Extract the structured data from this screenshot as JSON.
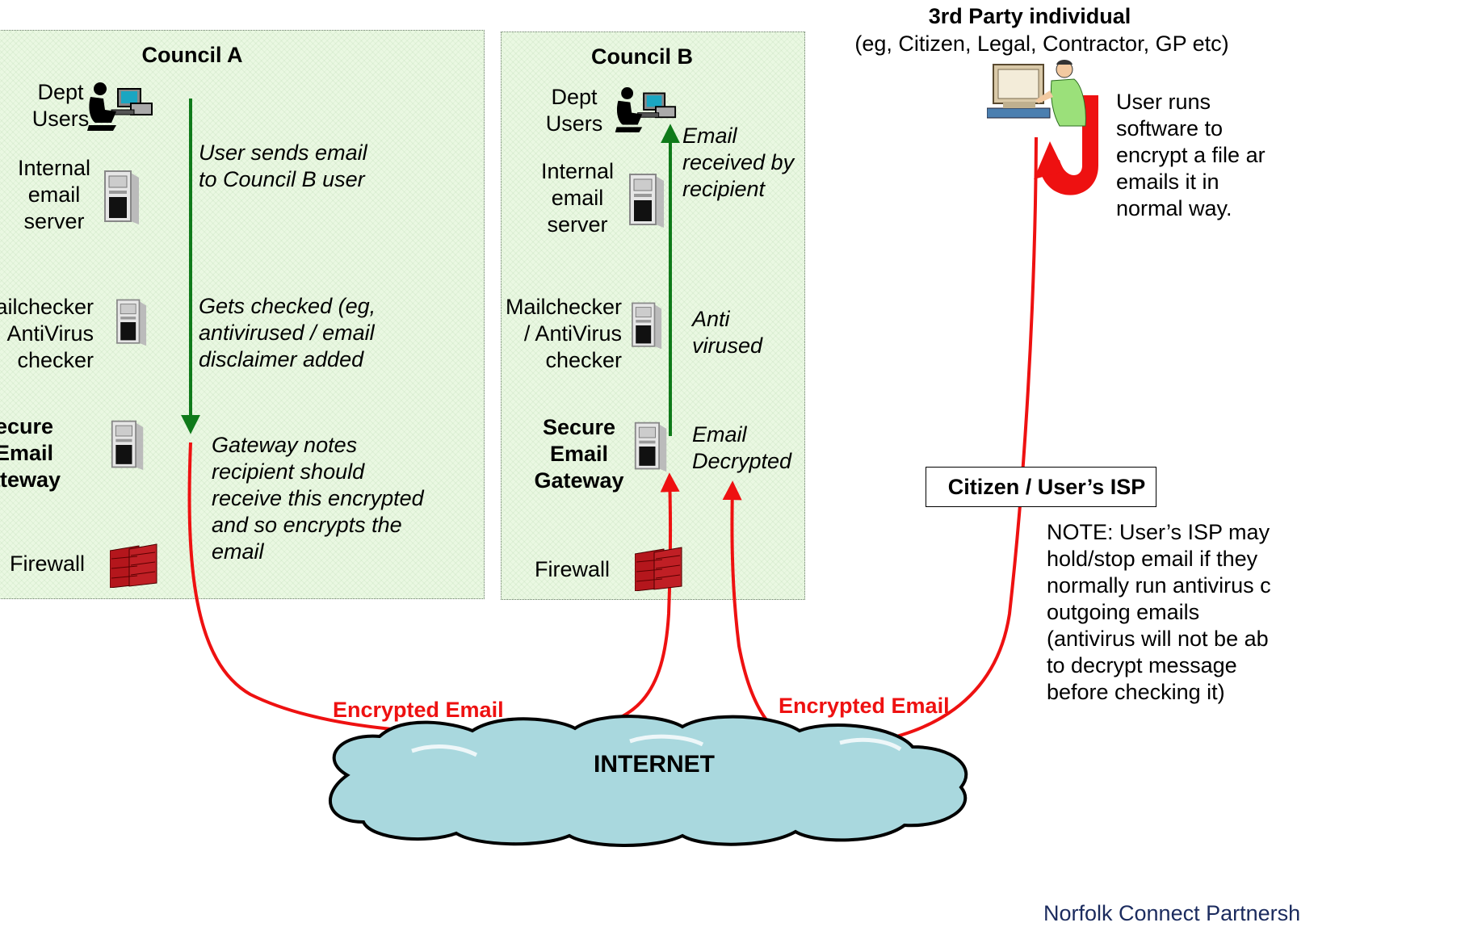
{
  "council_a": {
    "title": "Council A",
    "nodes": {
      "dept_users": "Dept\nUsers",
      "internal_email_server": "Internal\nemail\nserver",
      "mailchecker": "ailchecker\nAntiVirus\nchecker",
      "secure_gateway": "ecure\nEmail\nateway",
      "firewall": "Firewall"
    },
    "steps": {
      "send": "User sends email\nto Council B user",
      "check": "Gets checked (eg,\nantivirused / email\ndisclaimer added",
      "gateway": "Gateway notes\nrecipient should\nreceive this encrypted\nand so encrypts the\nemail"
    }
  },
  "council_b": {
    "title": "Council B",
    "nodes": {
      "dept_users": "Dept\nUsers",
      "internal_email_server": "Internal\nemail\nserver",
      "mailchecker": "Mailchecker\n/ AntiVirus\nchecker",
      "secure_gateway": "Secure\nEmail\nGateway",
      "firewall": "Firewall"
    },
    "steps": {
      "received": "Email\nreceived by\nrecipient",
      "antivirused": "Anti\nvirused",
      "decrypted": "Email\nDecrypted"
    }
  },
  "third_party": {
    "title": "3rd Party individual",
    "subtitle": "(eg, Citizen, Legal, Contractor, GP etc)",
    "action": "User runs\nsoftware to\nencrypt a file ar\nemails it in\nnormal way."
  },
  "isp": {
    "label": "Citizen / User’s ISP",
    "note": "NOTE: User’s ISP may\nhold/stop email if they\nnormally run antivirus c\noutgoing emails\n(antivirus will not be ab\nto decrypt message\nbefore checking it)"
  },
  "links": {
    "encrypted_left": "Encrypted Email",
    "encrypted_right": "Encrypted Email"
  },
  "internet": {
    "label": "INTERNET"
  },
  "footer": {
    "logo_text": "Norfolk Connect Partnersh"
  },
  "colors": {
    "green_flow": "#0f7a1a",
    "red_flow": "#ee1111",
    "panel": "#eaf8e2",
    "cloud": "#a9d8de"
  }
}
